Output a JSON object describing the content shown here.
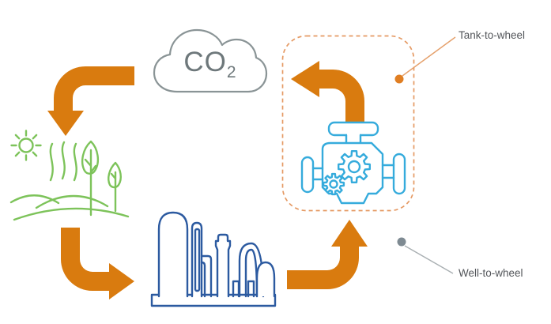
{
  "diagram": {
    "type": "co2-fuel-cycle-infographic",
    "cloud": {
      "formula_main": "CO",
      "formula_subscript": "2"
    },
    "callouts": [
      {
        "id": "tank-to-wheel",
        "label": "Tank-to-wheel",
        "marker_color": "orange"
      },
      {
        "id": "well-to-wheel",
        "label": "Well-to-wheel",
        "marker_color": "gray"
      }
    ],
    "icons": [
      "co2-cloud-icon",
      "biomass-field-sun-trees-icon",
      "refinery-plant-icon",
      "engine-with-gears-icon"
    ],
    "arrows": [
      "cloud-to-biomass-arrow",
      "biomass-to-refinery-arrow",
      "refinery-to-engine-arrow",
      "engine-to-cloud-arrow"
    ]
  },
  "colors": {
    "arrow_orange": "#D97B0F",
    "dashed_orange": "#E59A64",
    "leader_orange": "#E5A06B",
    "dot_orange": "#E07E22",
    "leaf_green": "#7DC35A",
    "engine_blue": "#35ABDC",
    "refinery_blue": "#2C5AA0",
    "cloud_gray": "#8A9496",
    "co2_text_gray": "#6E787B",
    "label_gray": "#53565A",
    "leader_gray": "#A9AFB2",
    "dot_gray": "#7E8A92"
  }
}
